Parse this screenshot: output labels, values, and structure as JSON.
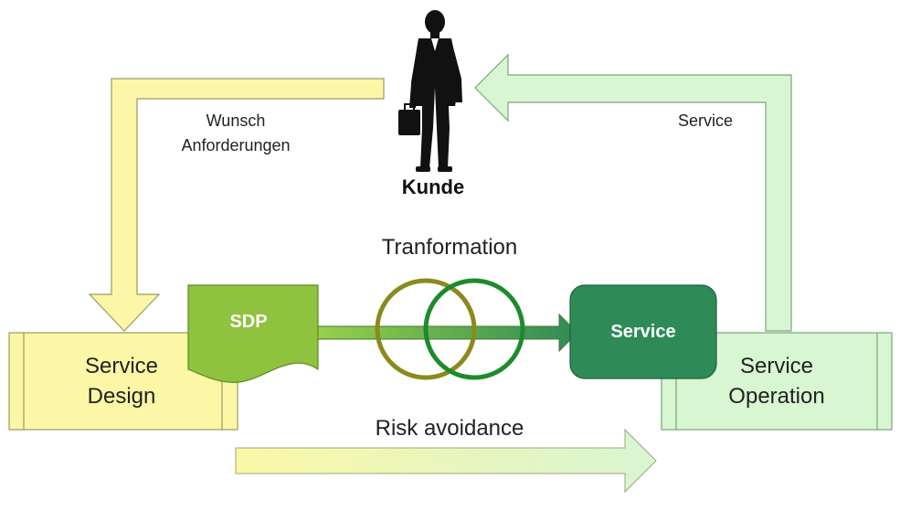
{
  "labels": {
    "kunde": "Kunde",
    "wunsch": "Wunsch",
    "anforderungen": "Anforderungen",
    "service_return": "Service",
    "transformation": "Tranformation",
    "risk_avoidance": "Risk avoidance",
    "sdp": "SDP",
    "service_box": "Service",
    "service_design_line1": "Service",
    "service_design_line2": "Design",
    "service_operation_line1": "Service",
    "service_operation_line2": "Operation"
  },
  "colors": {
    "design_yellow": "#fbf7a6",
    "design_yellow_border": "#9a9a60",
    "operation_green": "#d8f6d2",
    "operation_green_border": "#7aa57a",
    "sdp_green": "#8fc23e",
    "service_dark_green": "#2e8b57",
    "ring_olive": "#8a8a1e",
    "ring_green": "#1f8a2c",
    "person": "#111111"
  },
  "icons": {
    "customer": "businessman-with-briefcase-icon"
  }
}
